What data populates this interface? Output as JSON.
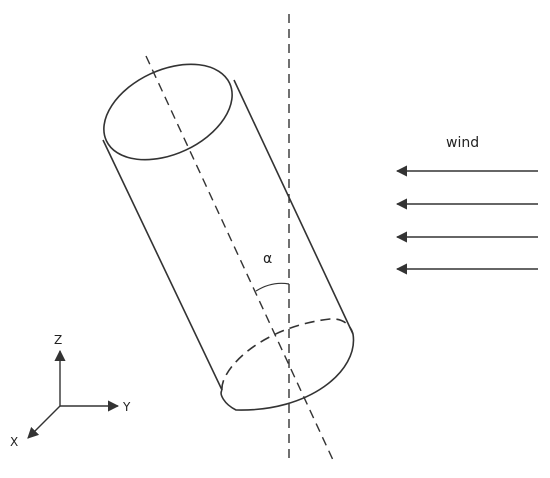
{
  "diagram": {
    "wind_label": "wind",
    "angle_label": "α",
    "axes": {
      "z_label": "Z",
      "y_label": "Y",
      "x_label": "X"
    },
    "wind_arrow_count": 4,
    "stroke_color": "#333333",
    "background_color": "#ffffff"
  }
}
